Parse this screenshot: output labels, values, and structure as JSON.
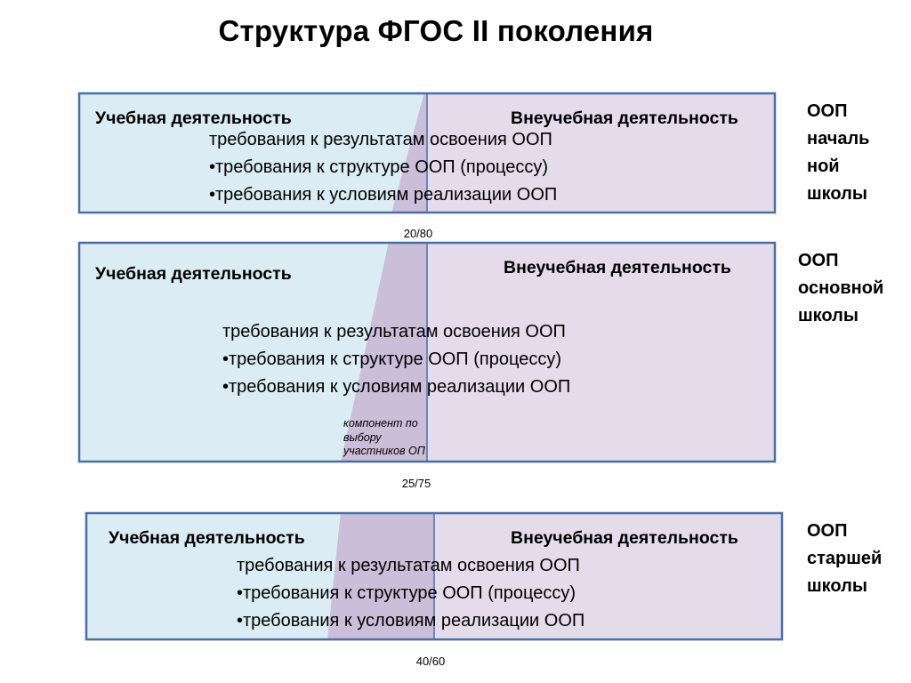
{
  "title": "Структура ФГОС II поколения",
  "colors": {
    "learning_fill": "#dbecf4",
    "extra_fill": "#e5dceb",
    "wedge_fill": "#cabed9",
    "border": "#4a6fa5"
  },
  "blocks": [
    {
      "left_label": "Учебная деятельность",
      "right_label": "Внеучебная деятельность",
      "requirements": [
        "требования к результатам освоения ООП",
        "•требования к структуре ООП (процессу)",
        "•требования к условиям реализации ООП"
      ],
      "side_label": [
        "ООП",
        "началь",
        "ной",
        "школы"
      ],
      "ratio": "20/80"
    },
    {
      "left_label": "Учебная деятельность",
      "right_label": "Внеучебная деятельность",
      "requirements": [
        "требования к результатам освоения ООП",
        "•требования к структуре ООП (процессу)",
        "•требования к условиям реализации ООП"
      ],
      "side_label": [
        "ООП",
        "основной",
        "школы"
      ],
      "ratio": "25/75",
      "note": [
        "компонент по",
        "выбору",
        "участников ОП"
      ]
    },
    {
      "left_label": "Учебная деятельность",
      "right_label": "Внеучебная деятельность",
      "requirements": [
        "требования к результатам освоения ООП",
        "•требования к структуре ООП (процессу)",
        "•требования к условиям реализации ООП"
      ],
      "side_label": [
        "ООП",
        "старшей",
        "школы"
      ],
      "ratio": "40/60"
    }
  ]
}
